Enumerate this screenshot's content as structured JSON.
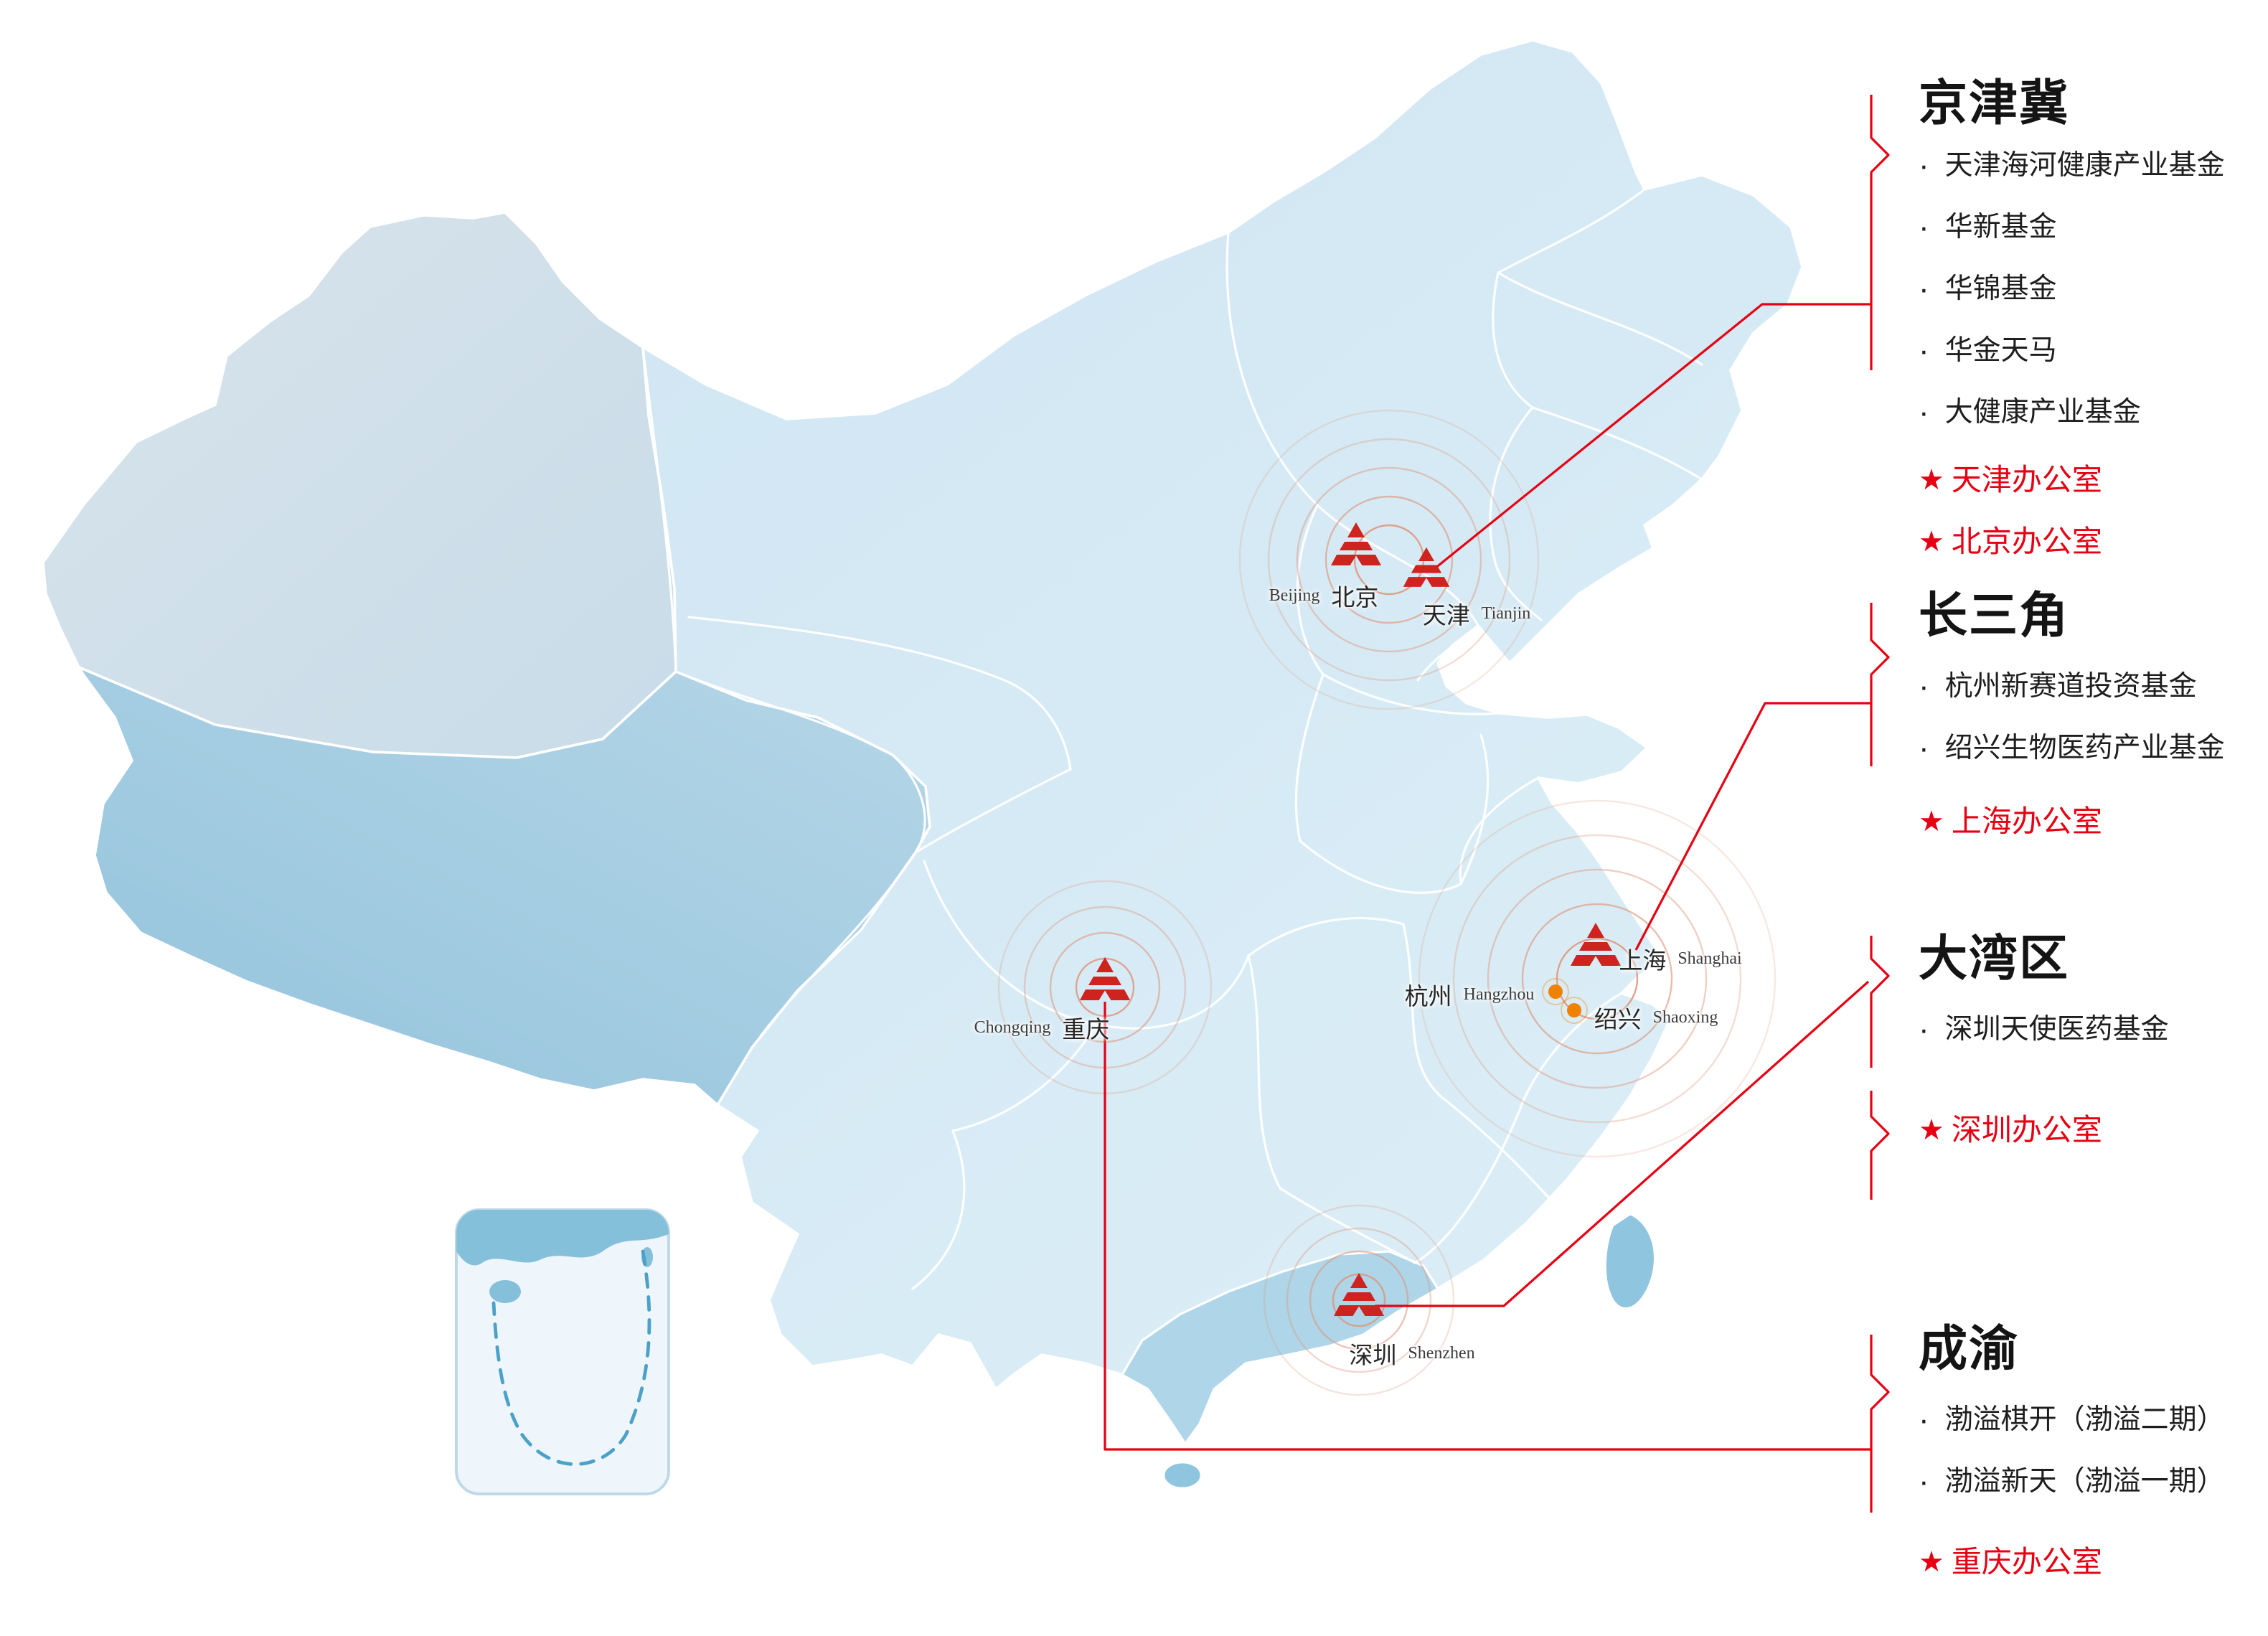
{
  "icons": {
    "star": "★",
    "bullet": "·"
  },
  "colors": {
    "accent_red": "#e60012",
    "marker_red": "#cf231f",
    "dot_orange": "#ef8200",
    "ripple": "#dd9479",
    "map_base": "#d9ecf6",
    "map_west": "#cfdde8",
    "map_tibet": "#a3cce1",
    "map_south": "#aed6e8",
    "map_island": "#8fc5de"
  },
  "map": {
    "cities": [
      {
        "id": "beijing",
        "name": "北京",
        "en": "Beijing"
      },
      {
        "id": "tianjin",
        "name": "天津",
        "en": "Tianjin"
      },
      {
        "id": "shanghai",
        "name": "上海",
        "en": "Shanghai"
      },
      {
        "id": "hangzhou",
        "name": "杭州",
        "en": "Hangzhou"
      },
      {
        "id": "shaoxing",
        "name": "绍兴",
        "en": "Shaoxing"
      },
      {
        "id": "chongqing",
        "name": "重庆",
        "en": "Chongqing"
      },
      {
        "id": "shenzhen",
        "name": "深圳",
        "en": "Shenzhen"
      }
    ]
  },
  "regions": [
    {
      "title": "京津冀",
      "funds": [
        "天津海河健康产业基金",
        "华新基金",
        "华锦基金",
        "华金天马",
        "大健康产业基金"
      ],
      "offices": [
        "天津办公室",
        "北京办公室"
      ]
    },
    {
      "title": "长三角",
      "funds": [
        "杭州新赛道投资基金",
        "绍兴生物医药产业基金"
      ],
      "offices": [
        "上海办公室"
      ]
    },
    {
      "title": "大湾区",
      "funds": [
        "深圳天使医药基金"
      ],
      "offices": [
        "深圳办公室"
      ]
    },
    {
      "title": "成渝",
      "funds": [
        "渤溢棋开（渤溢二期）",
        "渤溢新天（渤溢一期）"
      ],
      "offices": [
        "重庆办公室"
      ]
    }
  ]
}
